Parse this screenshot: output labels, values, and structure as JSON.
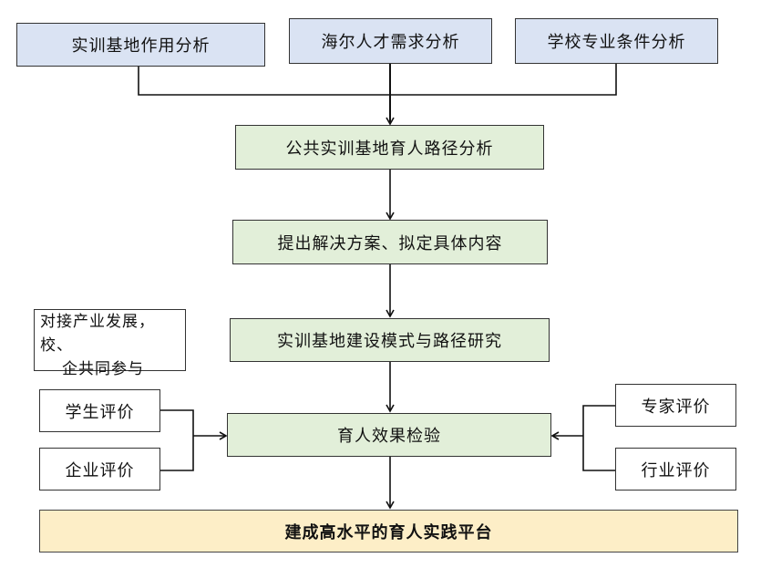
{
  "top_row": {
    "left": "实训基地作用分析",
    "center": "海尔人才需求分析",
    "right": "学校专业条件分析"
  },
  "steps": {
    "s1": "公共实训基地育人路径分析",
    "s2": "提出解决方案、拟定具体内容",
    "s3": "实训基地建设模式与路径研究",
    "s4": "育人效果检验"
  },
  "note": {
    "line1": "对接产业发展，校、",
    "line2": "企共同参与"
  },
  "evaluations": {
    "student": "学生评价",
    "enterprise": "企业评价",
    "expert": "专家评价",
    "industry": "行业评价"
  },
  "final": "建成高水平的育人实践平台",
  "colors": {
    "top_boxes": "#dae3f3",
    "step_boxes": "#e2efd9",
    "final_box": "#fdeec7"
  }
}
